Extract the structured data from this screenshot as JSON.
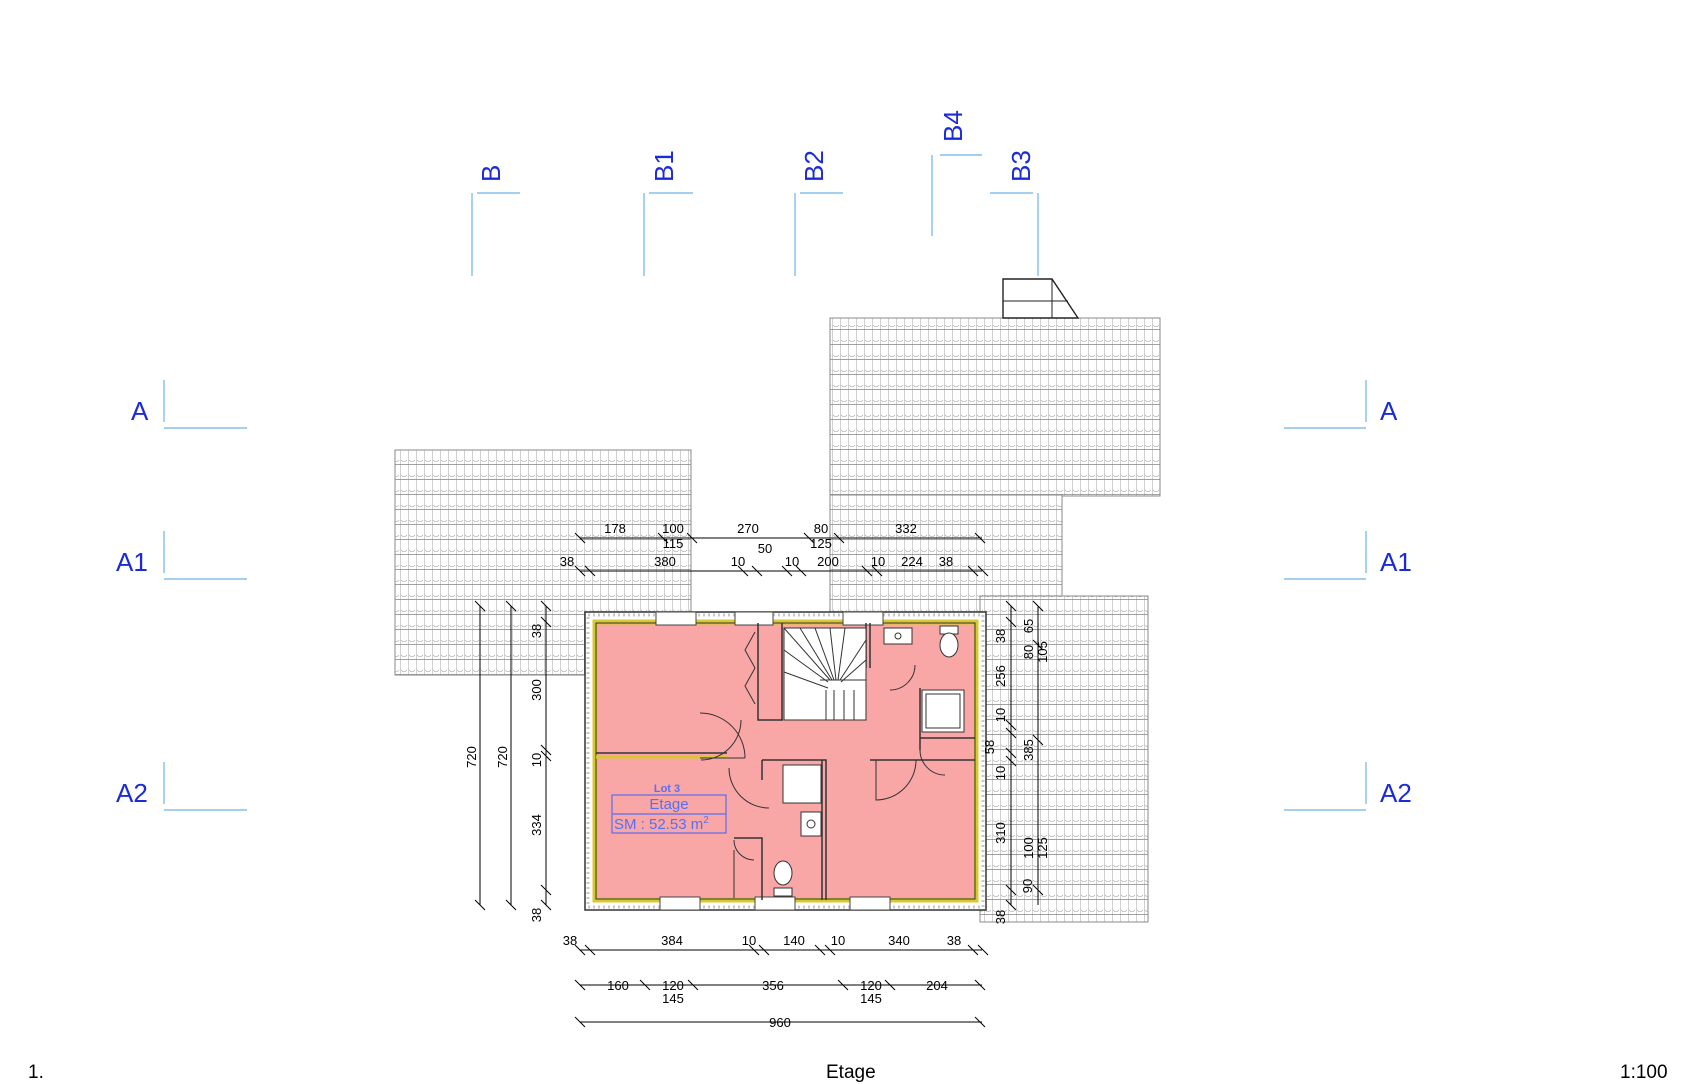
{
  "colors": {
    "axis_label": "#1c2bd6",
    "axis_line": "#6fb2e8",
    "room_fill": "#f8a6a6",
    "wall_outline": "#d8c832",
    "roof_lines": "#8a8a8a",
    "room_label": "#5a6ff0"
  },
  "axes": {
    "top": [
      "B",
      "B1",
      "B2",
      "B4",
      "B3"
    ],
    "left": [
      "A",
      "A1",
      "A2"
    ],
    "right": [
      "A",
      "A1",
      "A2"
    ]
  },
  "dimensions": {
    "top_row1": [
      "178",
      "100",
      "115",
      "270",
      "80",
      "125",
      "332"
    ],
    "top_row2": [
      "38",
      "380",
      "10",
      "50",
      "10",
      "200",
      "10",
      "224",
      "38"
    ],
    "left_outer": [
      "720",
      "720"
    ],
    "left_inner": [
      "38",
      "300",
      "10",
      "334",
      "38"
    ],
    "right_inner": [
      "38",
      "256",
      "10",
      "58",
      "10",
      "310",
      "90",
      "38"
    ],
    "right_outer": [
      "65",
      "80",
      "105",
      "385",
      "100",
      "125"
    ],
    "bottom_row1": [
      "38",
      "384",
      "10",
      "140",
      "10",
      "340",
      "38"
    ],
    "bottom_row2": [
      "160",
      "120",
      "145",
      "356",
      "120",
      "145",
      "204"
    ],
    "bottom_total": "960"
  },
  "room": {
    "lot": "Lot 3",
    "level": "Etage",
    "area_prefix": "SM : 52.53 m",
    "area_sup": "2"
  },
  "footer": {
    "number": "1.",
    "title": "Etage",
    "scale": "1:100"
  }
}
